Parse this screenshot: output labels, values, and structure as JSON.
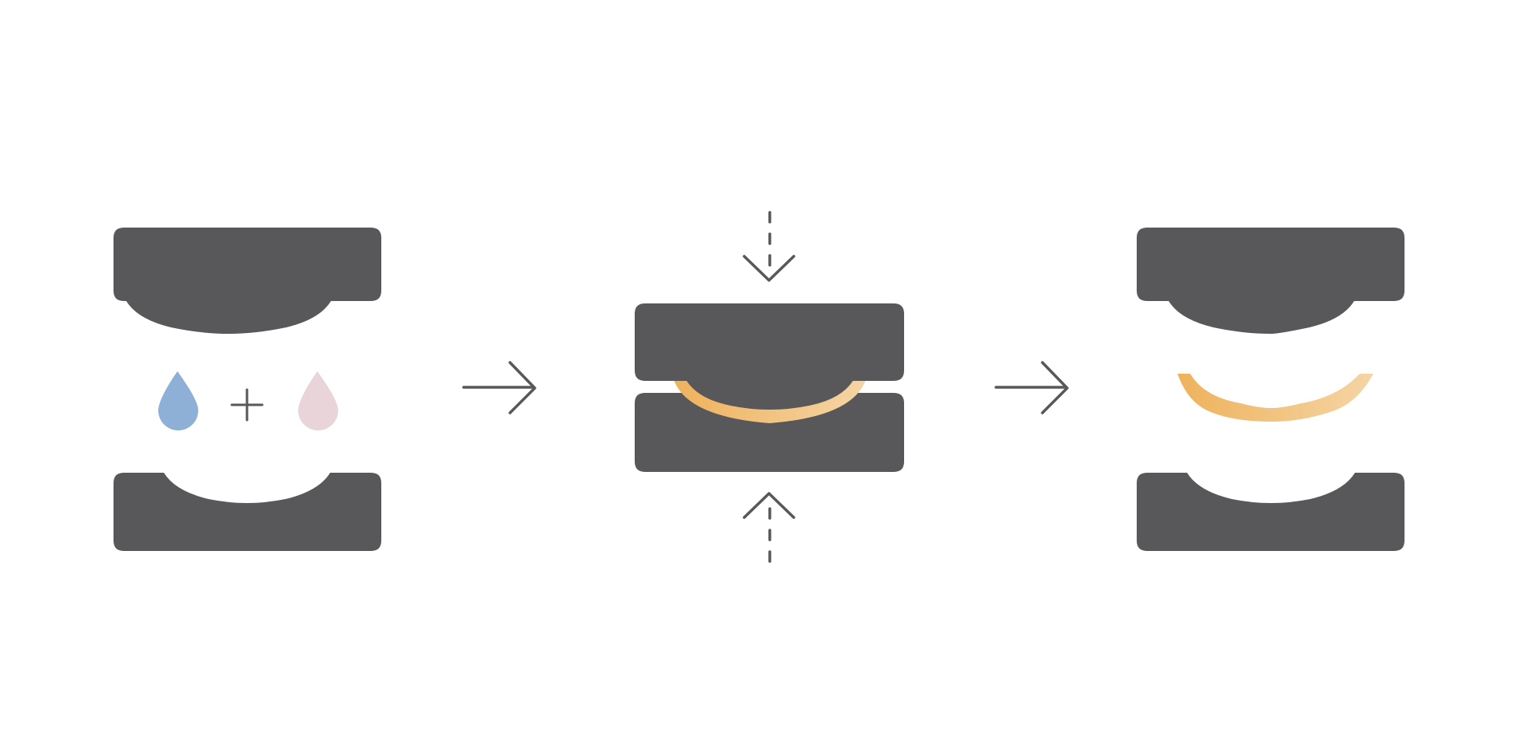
{
  "diagram": {
    "steps": [
      {
        "id": "step-1",
        "parts": [
          "upper-mold",
          "blue-drop",
          "plus-sign",
          "pink-drop",
          "lower-mold"
        ],
        "icons": [
          "droplet-icon",
          "plus-icon",
          "droplet-icon"
        ]
      },
      {
        "id": "step-2",
        "parts": [
          "upper-mold",
          "cured-lens",
          "lower-mold"
        ],
        "icons": [
          "press-down-arrow-icon",
          "press-up-arrow-icon"
        ]
      },
      {
        "id": "step-3",
        "parts": [
          "upper-mold",
          "released-lens",
          "lower-mold"
        ]
      }
    ],
    "connectors": [
      "arrow-right-icon",
      "arrow-right-icon"
    ]
  },
  "colors": {
    "background": "#ffffff",
    "mold": "#58585a",
    "stroke": "#58585a",
    "drop_blue": "#8fb0d6",
    "drop_pink": "#e8d4d9",
    "lens_start": "#eeb25c",
    "lens_end": "#f5d5a5"
  }
}
